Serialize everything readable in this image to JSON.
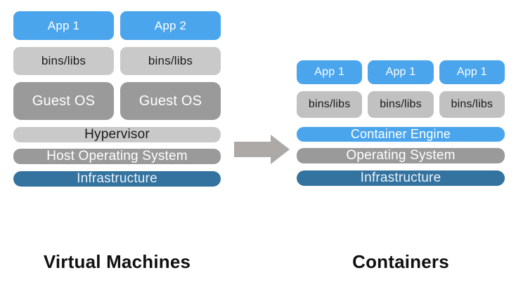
{
  "palette": {
    "app_blue": "#4AA5ED",
    "infrastructure_blue": "#34739F",
    "light_gray": "#C9C9C9",
    "medium_gray": "#9A9A9A",
    "arrow_gray": "#ACA9A7",
    "title_text": "#111111",
    "background": "#FFFFFF"
  },
  "vm": {
    "title": "Virtual Machines",
    "apps": [
      "App 1",
      "App 2"
    ],
    "bins": [
      "bins/libs",
      "bins/libs"
    ],
    "guest_os": [
      "Guest OS",
      "Guest OS"
    ],
    "hypervisor": "Hypervisor",
    "host_os": "Host Operating System",
    "infrastructure": "Infrastructure"
  },
  "containers": {
    "title": "Containers",
    "apps": [
      "App 1",
      "App 1",
      "App 1"
    ],
    "bins": [
      "bins/libs",
      "bins/libs",
      "bins/libs"
    ],
    "engine": "Container Engine",
    "os": "Operating System",
    "infrastructure": "Infrastructure"
  },
  "arrow": {
    "meaning": "transition from virtual machines to containers",
    "direction": "right"
  }
}
